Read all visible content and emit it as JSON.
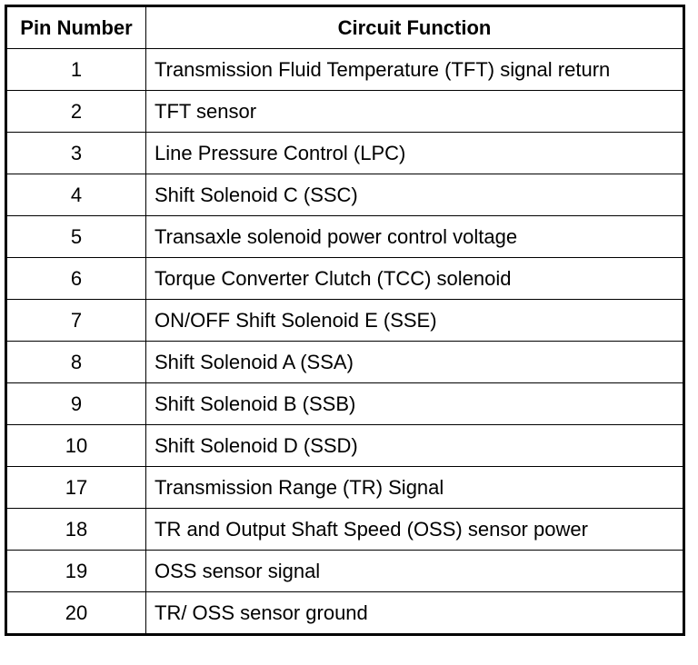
{
  "table": {
    "headers": {
      "pin": "Pin Number",
      "function": "Circuit Function"
    },
    "rows": [
      {
        "pin": "1",
        "function": "Transmission Fluid Temperature (TFT) signal return"
      },
      {
        "pin": "2",
        "function": "TFT sensor"
      },
      {
        "pin": "3",
        "function": "Line Pressure Control (LPC)"
      },
      {
        "pin": "4",
        "function": "Shift Solenoid C (SSC)"
      },
      {
        "pin": "5",
        "function": "Transaxle solenoid power control voltage"
      },
      {
        "pin": "6",
        "function": "Torque Converter Clutch (TCC) solenoid"
      },
      {
        "pin": "7",
        "function": "ON/OFF Shift Solenoid E (SSE)"
      },
      {
        "pin": "8",
        "function": "Shift Solenoid A (SSA)"
      },
      {
        "pin": "9",
        "function": "Shift Solenoid B (SSB)"
      },
      {
        "pin": "10",
        "function": "Shift Solenoid D (SSD)"
      },
      {
        "pin": "17",
        "function": "Transmission Range (TR) Signal"
      },
      {
        "pin": "18",
        "function": "TR and Output Shaft Speed (OSS) sensor power"
      },
      {
        "pin": "19",
        "function": "OSS sensor signal"
      },
      {
        "pin": "20",
        "function": "TR/ OSS sensor ground"
      }
    ]
  }
}
